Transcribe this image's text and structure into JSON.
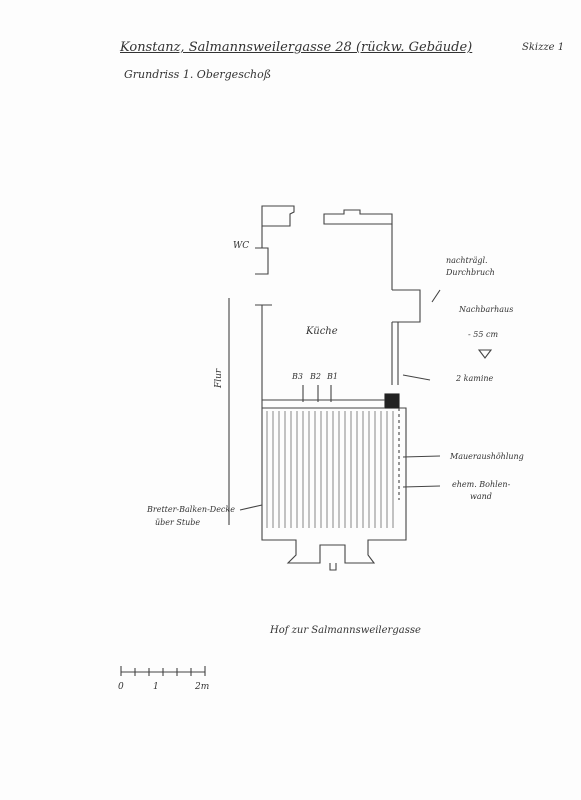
{
  "header": {
    "title": "Konstanz, Salmannsweilergasse 28 (rückw. Gebäude)",
    "subtitle": "Grundriss 1. Obergeschoß",
    "sketch_label": "Skizze 1"
  },
  "labels": {
    "wc": "WC",
    "flur": "Flur",
    "kueche": "Küche",
    "b3": "B3",
    "b2": "B2",
    "b1": "B1",
    "nachtraegl": "nachträgl.",
    "durchbruch": "Durchbruch",
    "nachbarhaus": "Nachbarhaus",
    "hoehe": "- 55 cm",
    "kamine": "2 kamine",
    "mauer": "Maueraushöhlung",
    "bohlen1": "ehem. Bohlen-",
    "bohlen2": "wand",
    "decke1": "Bretter-Balken-Decke",
    "decke2": "über Stube",
    "hof": "Hof zur Salmannsweilergasse"
  },
  "scale_bar": {
    "ticks": [
      "0",
      "1",
      "2m"
    ]
  },
  "colors": {
    "ink": "#3a3a3a",
    "paper": "#fdfdfd"
  }
}
